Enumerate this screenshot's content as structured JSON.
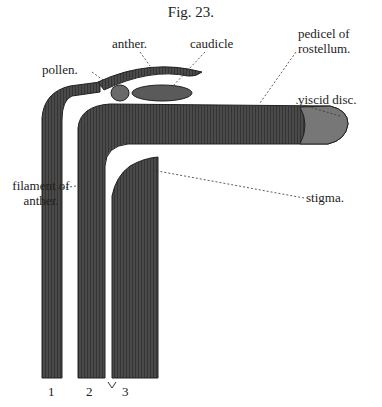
{
  "diagram": {
    "title": "Fig. 23.",
    "labels": [
      "anther.",
      "caudicle",
      "pollen.",
      "pedicel of rostellum.",
      "viscid disc.",
      "filament of anther.",
      "stigma.",
      "1",
      "2",
      "3"
    ]
  }
}
